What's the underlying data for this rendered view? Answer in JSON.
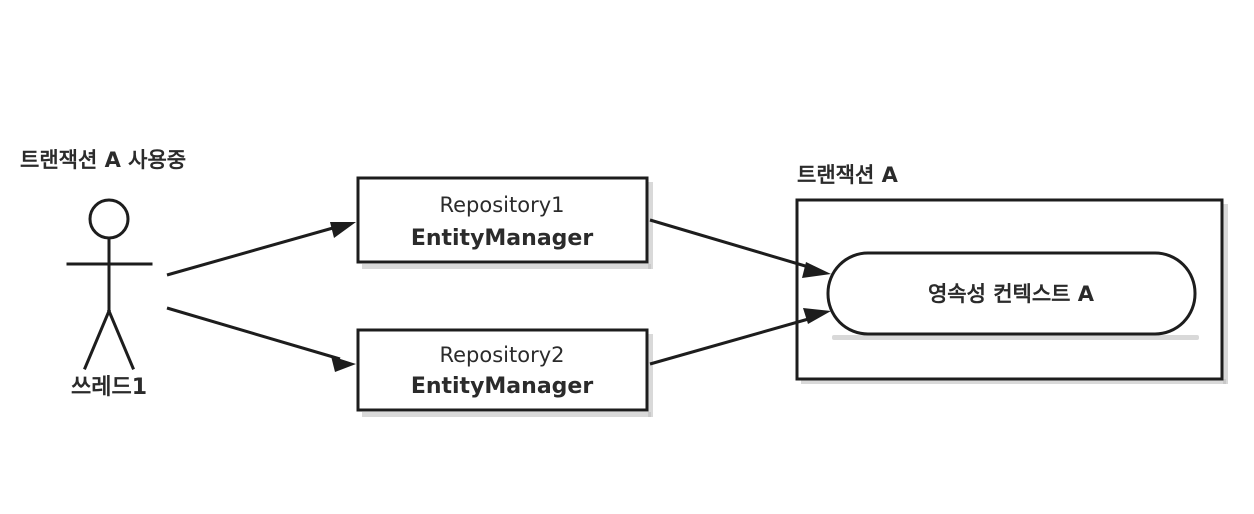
{
  "diagram": {
    "title_left": "트랜잭션 A 사용중",
    "title_right": "트랜잭션 A",
    "actor": {
      "label": "쓰레드1",
      "icon": "stick-figure-actor-icon"
    },
    "boxes": [
      {
        "id": "repository1",
        "top_label": "Repository1",
        "bottom_label": "EntityManager"
      },
      {
        "id": "repository2",
        "top_label": "Repository2",
        "bottom_label": "EntityManager"
      }
    ],
    "persistence_context": {
      "label": "영속성 컨텍스트 A"
    },
    "arrows": [
      {
        "id": "actor-to-repository1",
        "from": "actor",
        "to": "repository1"
      },
      {
        "id": "actor-to-repository2",
        "from": "actor",
        "to": "repository2"
      },
      {
        "id": "repository1-to-context",
        "from": "repository1",
        "to": "persistence-context"
      },
      {
        "id": "repository2-to-context",
        "from": "repository2",
        "to": "persistence-context"
      }
    ],
    "colors": {
      "stroke": "#1d1d1d",
      "text": "#2b2b2b",
      "background": "#ffffff",
      "shadow": "#b9b9b9"
    }
  }
}
